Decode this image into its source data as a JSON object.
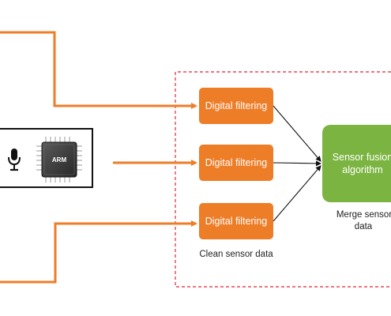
{
  "filters": [
    "Digital filtering",
    "Digital filtering",
    "Digital filtering"
  ],
  "fusion": {
    "line1": "Sensor fusion",
    "line2": "algorithm"
  },
  "captions": {
    "clean": "Clean sensor data",
    "merge_line1": "Merge sensor",
    "merge_line2": "data"
  },
  "chip_label": "ARM",
  "icons": {
    "microphone": "microphone-icon",
    "processor": "processor-chip-icon"
  },
  "colors": {
    "filter": "#ee7d28",
    "fusion": "#7cb442",
    "arrow": "#ee7d28",
    "boundary": "#e0262f",
    "chip_body": "#3a3a3a"
  }
}
